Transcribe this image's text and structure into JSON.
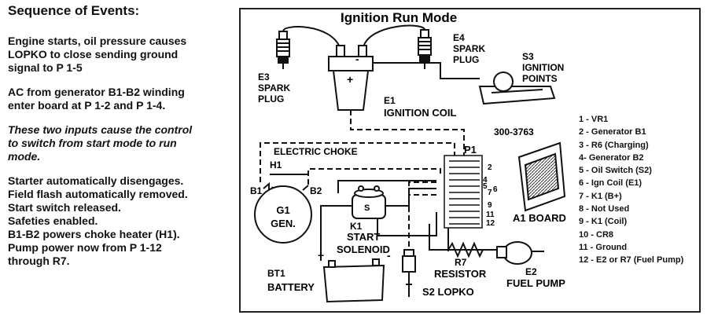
{
  "left_panel": {
    "heading": "Sequence of Events:",
    "paragraphs": [
      {
        "italic": false,
        "lines": [
          "Engine starts, oil pressure causes",
          "LOPKO to close sending ground",
          "signal to P 1-5"
        ]
      },
      {
        "italic": false,
        "lines": [
          "AC from generator B1-B2 winding",
          "enter board at P 1-2 and P 1-4."
        ]
      },
      {
        "italic": true,
        "lines": [
          "These two inputs cause the control",
          "to switch from start mode to run",
          "mode."
        ]
      },
      {
        "italic": false,
        "lines": [
          "Starter automatically disengages.",
          "Field flash automatically removed.",
          "Start switch released.",
          "Safeties enabled.",
          "B1-B2 powers choke heater (H1).",
          "Pump power now from P 1-12",
          "through R7."
        ]
      }
    ]
  },
  "diagram": {
    "title": "Ignition Run Mode",
    "part_number": "300-3763",
    "labels": {
      "e3_line1": "E3",
      "e3_line2": "SPARK",
      "e3_line3": "PLUG",
      "e4_line1": "E4",
      "e4_line2": "SPARK",
      "e4_line3": "PLUG",
      "s3_line1": "S3",
      "s3_line2": "IGNITION",
      "s3_line3": "POINTS",
      "e1_line1": "E1",
      "e1_line2": "IGNITION COIL",
      "electric_choke": "ELECTRIC CHOKE",
      "h1": "H1",
      "b1": "B1",
      "b2": "B2",
      "g1_line1": "G1",
      "g1_line2": "GEN.",
      "k1_line1": "K1",
      "k1_line2": "START",
      "k1_line3": "SOLENOID",
      "p1": "P1",
      "a1": "A1 BOARD",
      "r7_line1": "R7",
      "r7_line2": "RESISTOR",
      "e2_line1": "E2",
      "e2_line2": "FUEL PUMP",
      "bt1_line1": "BT1",
      "bt1_line2": "BATTERY",
      "s2": "S2 LOPKO",
      "plus": "+",
      "minus": "-",
      "s_term": "S"
    },
    "pin_numbers": [
      "2",
      "4",
      "5",
      "6",
      "7",
      "9",
      "11",
      "12"
    ],
    "legend": [
      "1 - VR1",
      "2 - Generator B1",
      "3 - R6 (Charging)",
      "4- Generator B2",
      "5 - Oil Switch (S2)",
      "6 - Ign Coil (E1)",
      "7 - K1 (B+)",
      "8 - Not Used",
      "9 - K1 (Coil)",
      "10 - CR8",
      "11 - Ground",
      "12 - E2 or R7 (Fuel Pump)"
    ]
  }
}
